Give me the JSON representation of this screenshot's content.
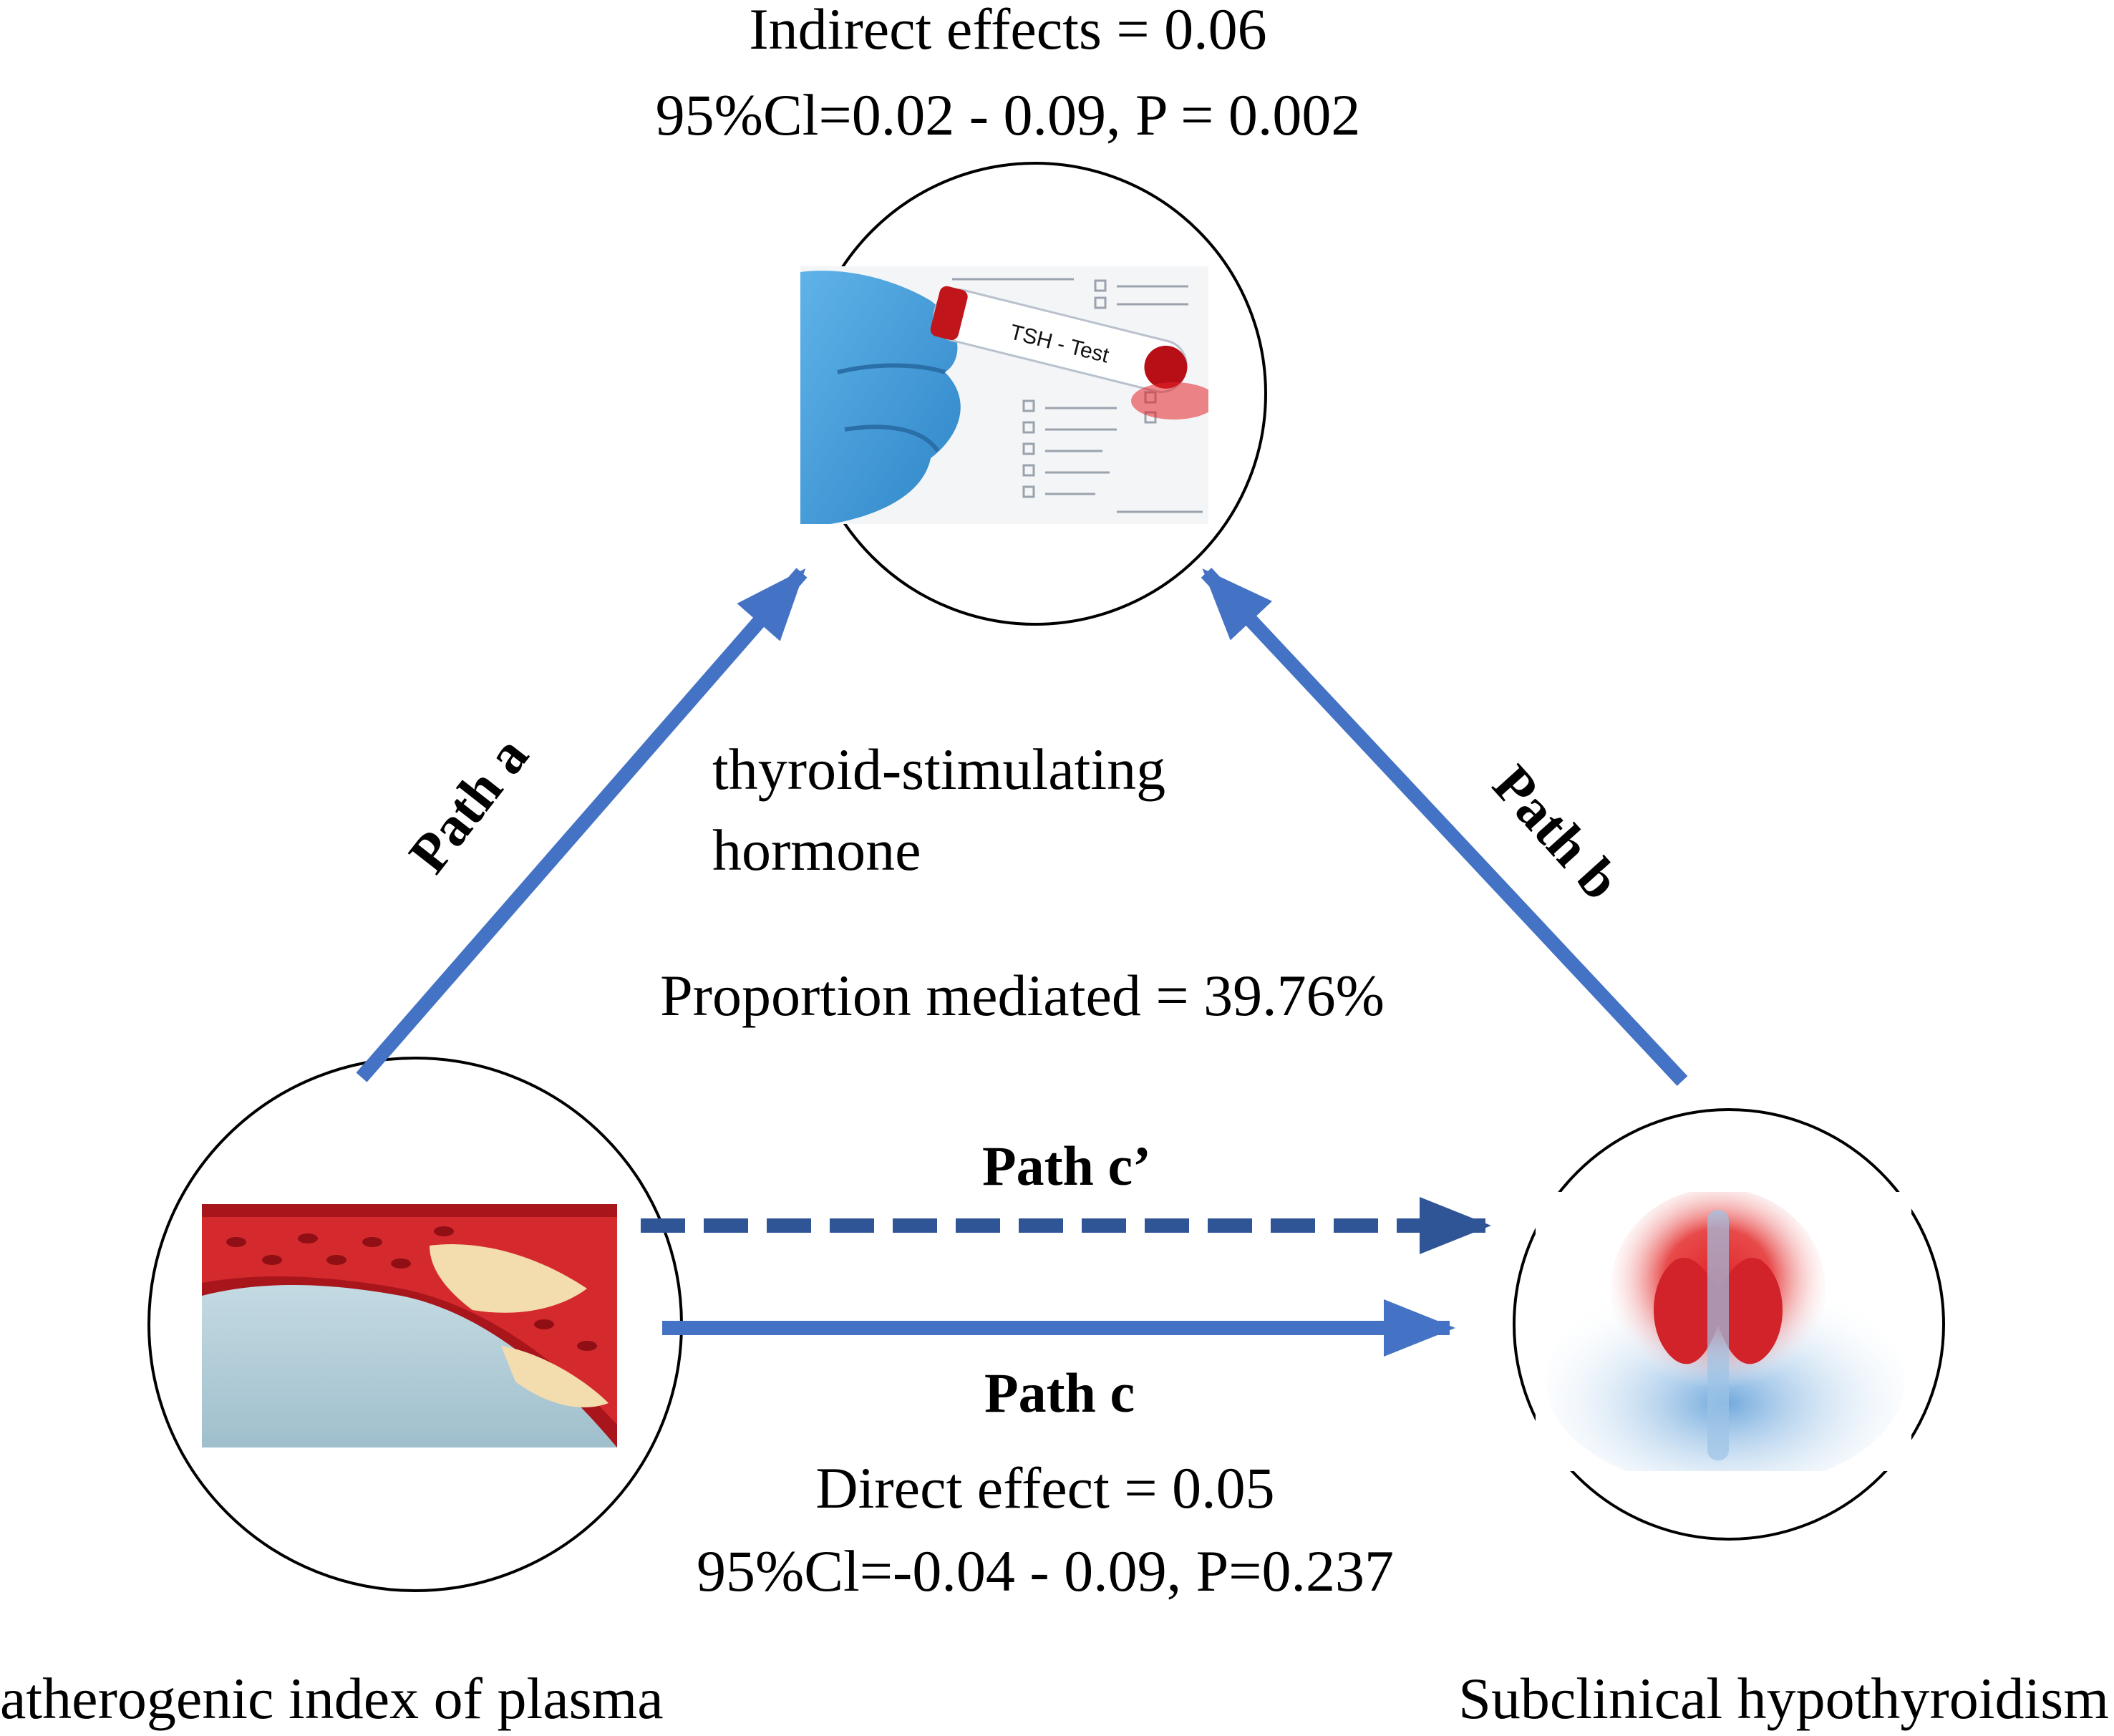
{
  "top_text": {
    "line1": "Indirect effects = 0.06",
    "line2": "95%Cl=0.02 - 0.09, P = 0.002"
  },
  "mediator": {
    "name_line1": "thyroid-stimulating",
    "name_line2": "hormone",
    "image_icon": "tsh-test-tube-image",
    "tube_label": "TSH - Test"
  },
  "proportion_text": "Proportion mediated = 39.76%",
  "paths": {
    "a": "Path a",
    "b": "Path b",
    "c_prime": "Path c’",
    "c": "Path c"
  },
  "direct_text": {
    "line1": "Direct effect = 0.05",
    "line2": "95%Cl=-0.04 - 0.09, P=0.237"
  },
  "exposure": {
    "label": "atherogenic index of plasma",
    "image_icon": "artery-plaque-image"
  },
  "outcome": {
    "label": "Subclinical hypothyroidism",
    "image_icon": "thyroid-gland-image"
  },
  "colors": {
    "arrow_solid": "#4472C4",
    "arrow_dashed": "#2F5597",
    "circle_stroke": "#000000"
  }
}
